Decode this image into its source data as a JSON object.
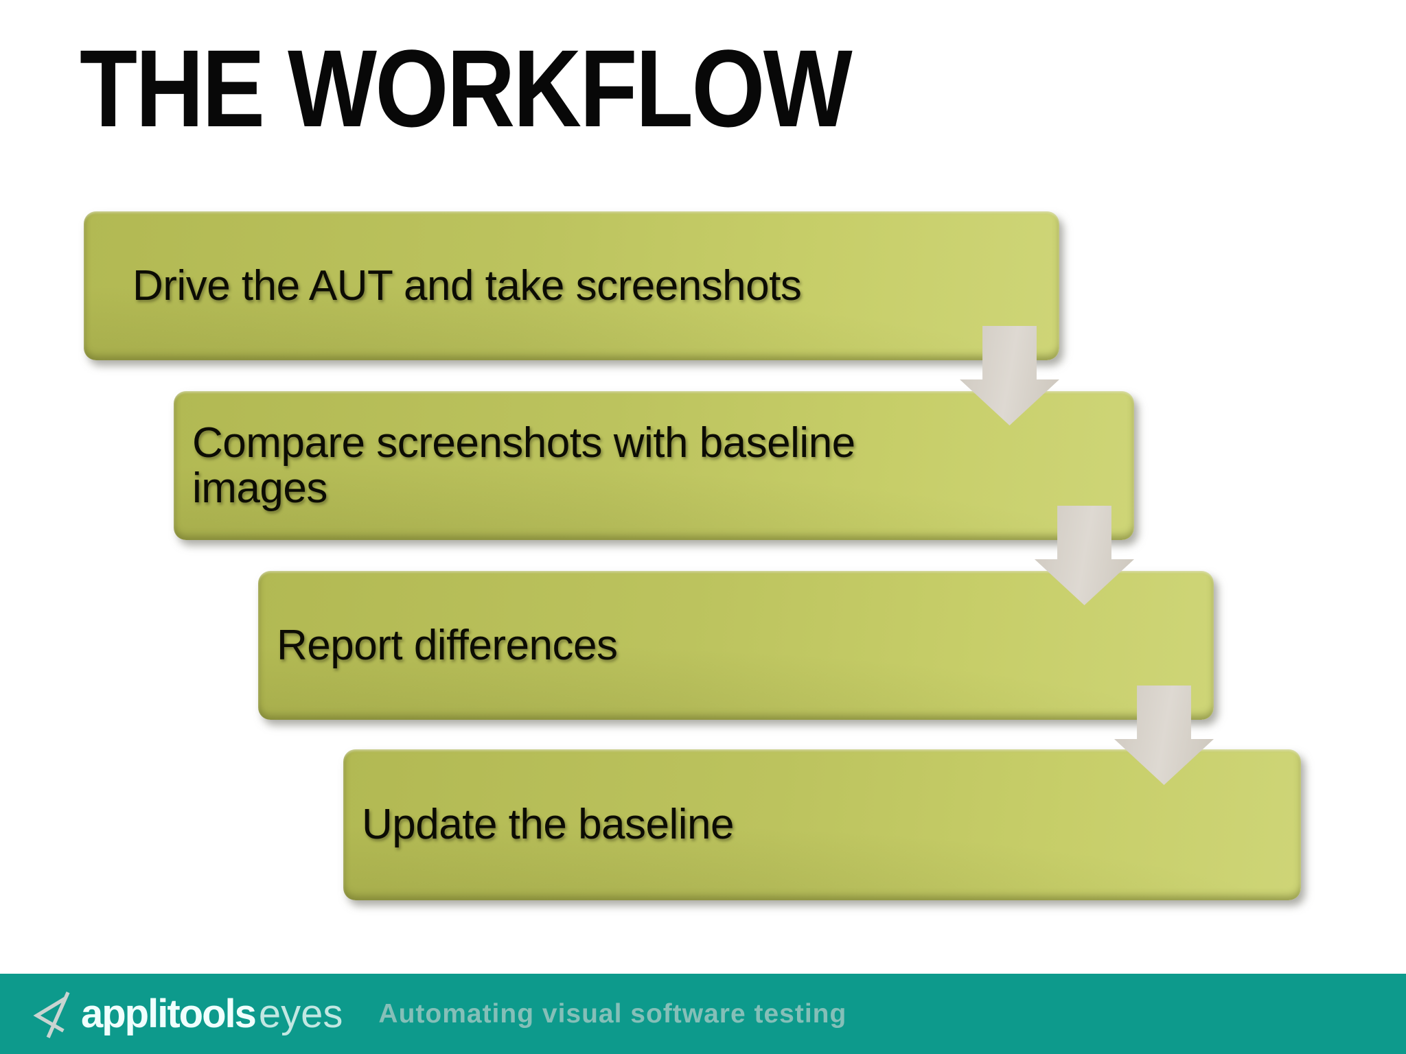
{
  "title": "THE WORKFLOW",
  "steps": [
    {
      "lines": [
        "Drive the AUT and take screenshots"
      ]
    },
    {
      "lines": [
        "Compare screenshots with baseline",
        "images"
      ]
    },
    {
      "lines": [
        "Report differences"
      ]
    },
    {
      "lines": [
        "Update the baseline"
      ]
    }
  ],
  "footer": {
    "brand_bold": "applitools",
    "brand_light": "eyes",
    "tagline": "Automating visual software testing"
  },
  "icons": {
    "down_arrow": "down-arrow-icon",
    "logo": "applitools-eye-icon"
  },
  "colors": {
    "bar_green_dark": "#b2b953",
    "bar_green_mid": "#bcc35e",
    "bar_green_light": "#ced577",
    "arrow_gray": "#ded9d2",
    "footer_teal": "#0d9a8c",
    "brand_text": "#f0fffd",
    "tagline_text": "#85bfb8",
    "title_text": "#080808"
  }
}
